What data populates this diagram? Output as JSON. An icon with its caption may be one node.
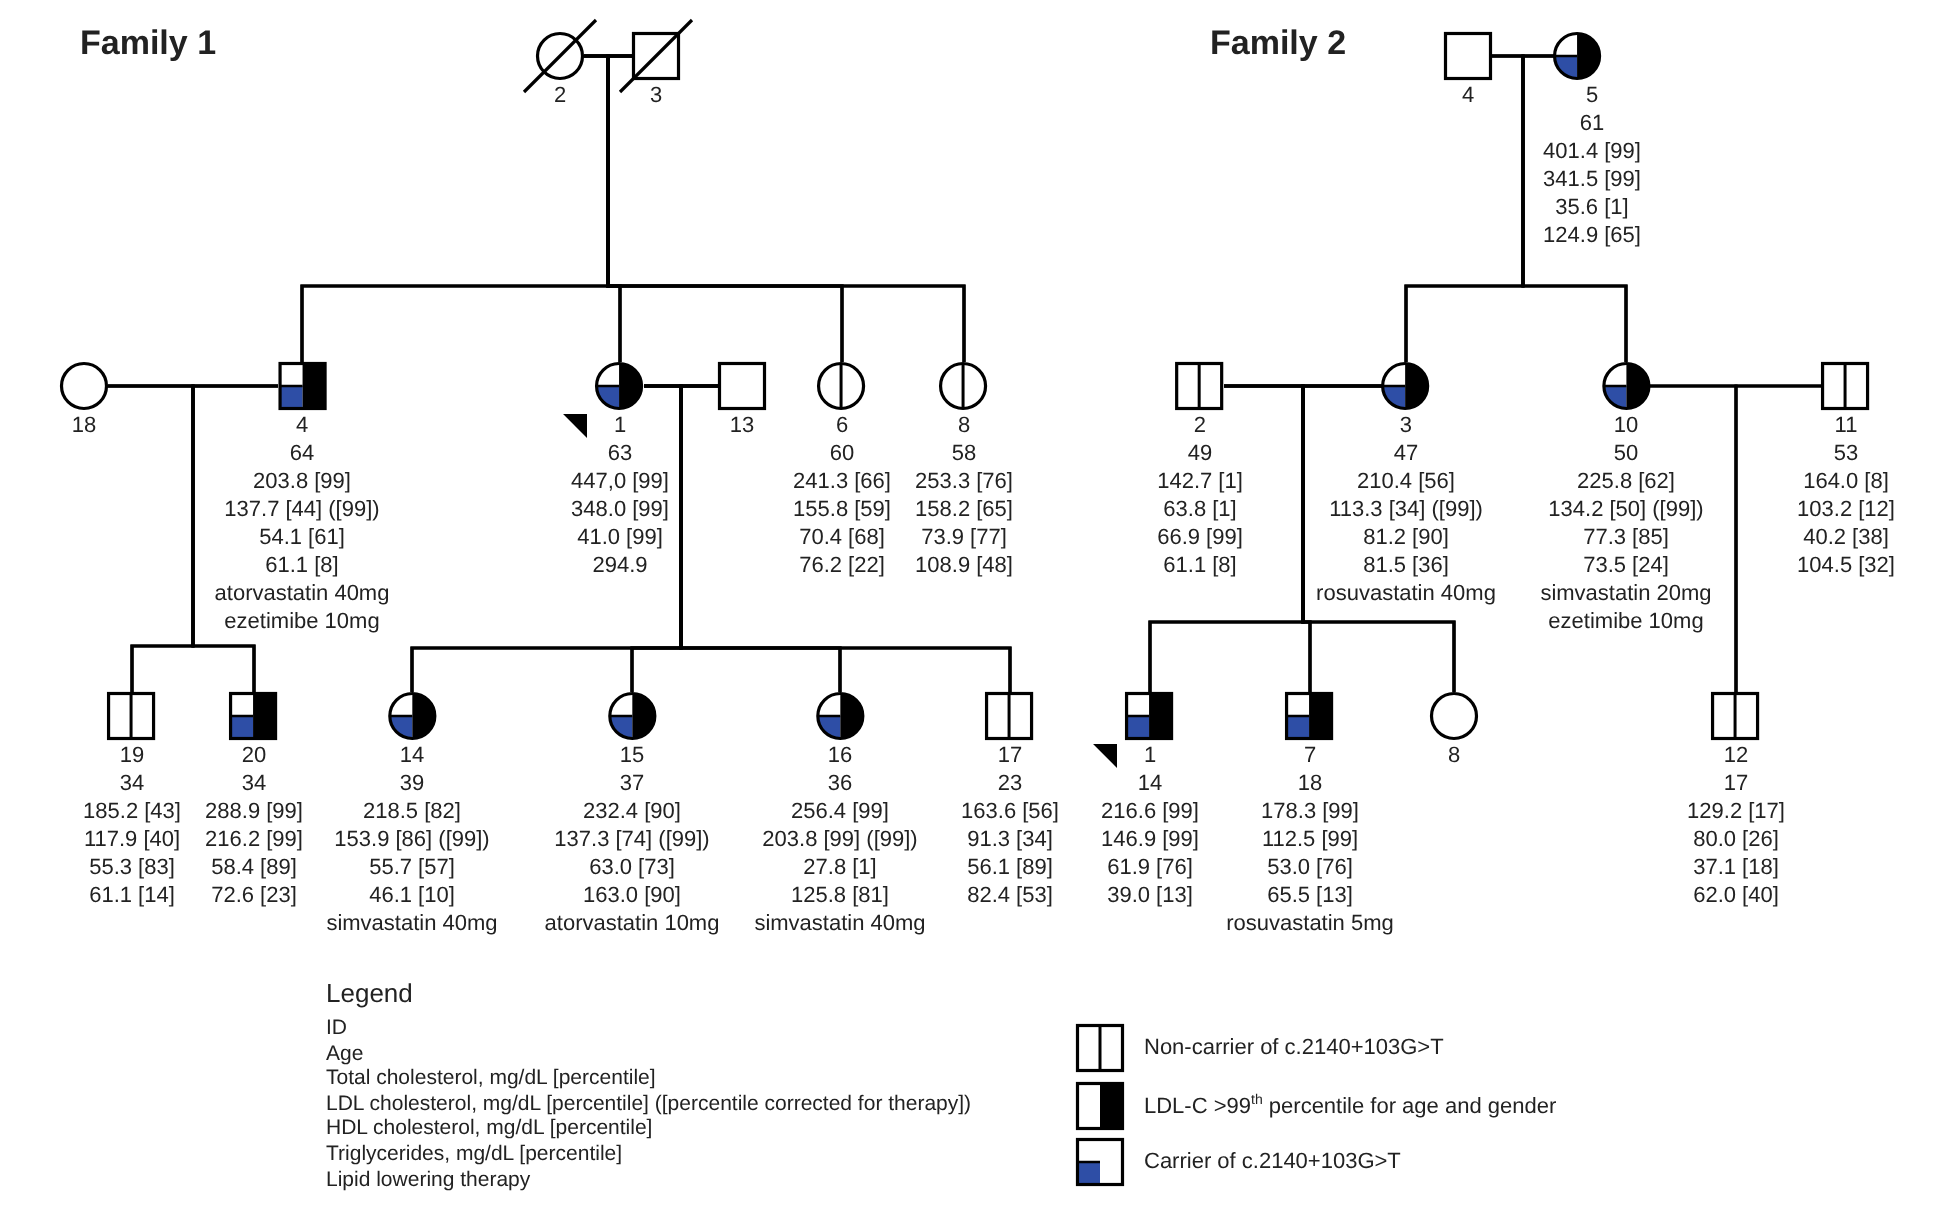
{
  "diagram": {
    "nodes": [
      {
        "text": [
          "2"
        ]
      },
      {
        "text": [
          "3"
        ]
      },
      {
        "text": [
          "18"
        ]
      },
      {
        "text": [
          "4",
          "64",
          "203.8 [99]",
          "137.7 [44] ([99])",
          "54.1 [61]",
          "61.1 [8]"
        ],
        "beside": [
          "atorvastatin 40mg",
          "ezetimibe 10mg"
        ]
      },
      {
        "text": [
          "1",
          "63",
          "447,0 [99]",
          "348.0 [99]",
          "41.0 [99]",
          "294.9"
        ]
      },
      {
        "text": [
          "13"
        ]
      },
      {
        "text": [
          "6",
          "60",
          "241.3 [66]",
          "155.8 [59]",
          "70.4 [68]",
          "76.2 [22]"
        ]
      },
      {
        "text": [
          "8",
          "58",
          "253.3 [76]",
          "158.2 [65]",
          "73.9 [77]",
          "108.9 [48]"
        ]
      },
      {
        "text": [
          "19",
          "34",
          "185.2 [43]",
          "117.9 [40]",
          "55.3 [83]",
          "61.1 [14]"
        ]
      },
      {
        "text": [
          "20",
          "34",
          "288.9 [99]",
          "216.2 [99]",
          "58.4 [89]",
          "72.6 [23]"
        ]
      },
      {
        "text": [
          "14",
          "39",
          "218.5 [82]",
          "153.9 [86] ([99])",
          "55.7 [57]",
          "46.1 [10]"
        ]
      },
      {
        "text": [
          "15",
          "37",
          "232.4 [90]",
          "137.3 [74] ([99])",
          "63.0 [73]",
          "163.0 [90]"
        ]
      },
      {
        "text": [
          "16",
          "36",
          "256.4 [99]",
          "203.8 [99] ([99])",
          "27.8 [1]",
          "125.8 [81]"
        ]
      },
      {
        "text": [
          "17",
          "23",
          "163.6 [56]",
          "91.3 [34]",
          "56.1 [89]",
          "82.4 [53]"
        ]
      },
      {
        "text": [
          "4"
        ]
      },
      {
        "text": [
          "5",
          "61",
          "401.4 [99]",
          "341.5 [99]",
          "35.6 [1]",
          "124.9 [65]"
        ]
      },
      {
        "text": [
          "2",
          "49",
          "142.7 [1]",
          "63.8 [1]",
          "66.9 [99]",
          "61.1 [8]"
        ]
      },
      {
        "text": [
          "3",
          "47",
          "210.4 [56]",
          "113.3 [34] ([99])",
          "81.2 [90]",
          "81.5 [36]"
        ]
      },
      {
        "text": [
          "10",
          "50",
          "225.8 [62]",
          "134.2 [50] ([99])",
          "77.3 [85]",
          "73.5 [24]"
        ],
        "beside": [
          "simvastatin 20mg",
          "ezetimibe 10mg"
        ]
      },
      {
        "text": [
          "11",
          "53",
          "164.0 [8]",
          "103.2 [12]",
          "40.2 [38]",
          "104.5 [32]"
        ]
      },
      {
        "text": [
          "1",
          "14",
          "216.6 [99]",
          "146.9 [99]",
          "61.9 [76]",
          "39.0 [13]"
        ]
      },
      {
        "text": [
          "7",
          "18",
          "178.3 [99]",
          "112.5 [99]",
          "53.0 [76]",
          "65.5 [13]"
        ]
      },
      {
        "text": [
          "8"
        ]
      },
      {
        "text": [
          "12",
          "17",
          "129.2 [17]",
          "80.0 [26]",
          "37.1 [18]",
          "62.0 [40]"
        ]
      }
    ],
    "edges": [
      {
        "from": 0,
        "to": 1,
        "arrow": "none"
      },
      {
        "from": 0,
        "to": 3,
        "arrow": "none"
      },
      {
        "from": 1,
        "to": 3,
        "arrow": "none"
      },
      {
        "from": 0,
        "to": 4,
        "arrow": "none"
      },
      {
        "from": 1,
        "to": 4,
        "arrow": "none"
      },
      {
        "from": 0,
        "to": 6,
        "arrow": "none"
      },
      {
        "from": 1,
        "to": 6,
        "arrow": "none"
      },
      {
        "from": 0,
        "to": 7,
        "arrow": "none"
      },
      {
        "from": 1,
        "to": 7,
        "arrow": "none"
      },
      {
        "from": 2,
        "to": 3,
        "arrow": "none"
      },
      {
        "from": 2,
        "to": 8,
        "arrow": "none"
      },
      {
        "from": 3,
        "to": 8,
        "arrow": "none"
      },
      {
        "from": 2,
        "to": 9,
        "arrow": "none"
      },
      {
        "from": 3,
        "to": 9,
        "arrow": "none"
      },
      {
        "from": 4,
        "to": 5,
        "arrow": "none"
      },
      {
        "from": 4,
        "to": 10,
        "arrow": "none"
      },
      {
        "from": 5,
        "to": 10,
        "arrow": "none"
      },
      {
        "from": 4,
        "to": 11,
        "arrow": "none"
      },
      {
        "from": 5,
        "to": 11,
        "arrow": "none"
      },
      {
        "from": 4,
        "to": 12,
        "arrow": "none"
      },
      {
        "from": 5,
        "to": 12,
        "arrow": "none"
      },
      {
        "from": 4,
        "to": 13,
        "arrow": "none"
      },
      {
        "from": 5,
        "to": 13,
        "arrow": "none"
      },
      {
        "from": 14,
        "to": 15,
        "arrow": "none"
      },
      {
        "from": 14,
        "to": 17,
        "arrow": "none"
      },
      {
        "from": 15,
        "to": 17,
        "arrow": "none"
      },
      {
        "from": 14,
        "to": 18,
        "arrow": "none"
      },
      {
        "from": 15,
        "to": 18,
        "arrow": "none"
      },
      {
        "from": 16,
        "to": 17,
        "arrow": "none"
      },
      {
        "from": 16,
        "to": 20,
        "arrow": "none"
      },
      {
        "from": 17,
        "to": 20,
        "arrow": "none"
      },
      {
        "from": 16,
        "to": 21,
        "arrow": "none"
      },
      {
        "from": 17,
        "to": 21,
        "arrow": "none"
      },
      {
        "from": 16,
        "to": 22,
        "arrow": "none"
      },
      {
        "from": 17,
        "to": 22,
        "arrow": "none"
      },
      {
        "from": 18,
        "to": 19,
        "arrow": "none"
      },
      {
        "from": 18,
        "to": 23,
        "arrow": "none"
      },
      {
        "from": 19,
        "to": 23,
        "arrow": "none"
      }
    ],
    "labels": [
      "Family 1",
      "Family 2",
      "rosuvastatin 40mg",
      "simvastatin 40mg",
      "atorvastatin 10mg",
      "simvastatin 40mg",
      "rosuvastatin 5mg",
      "Legend",
      "ID",
      "Age",
      "Total cholesterol, mg/dL [percentile]",
      "LDL cholesterol, mg/dL [percentile] ([percentile corrected for therapy])",
      "HDL cholesterol, mg/dL [percentile]",
      "Triglycerides, mg/dL [percentile]",
      "Lipid lowering therapy"
    ],
    "legend": [
      {
        "text": "Non-carrier of c.2140+103G>T"
      },
      {
        "text": "LDL-C >99$^{th}$ percentile for age and gender"
      },
      {
        "text": "Carrier of c.2140+103G>T"
      }
    ]
  }
}
